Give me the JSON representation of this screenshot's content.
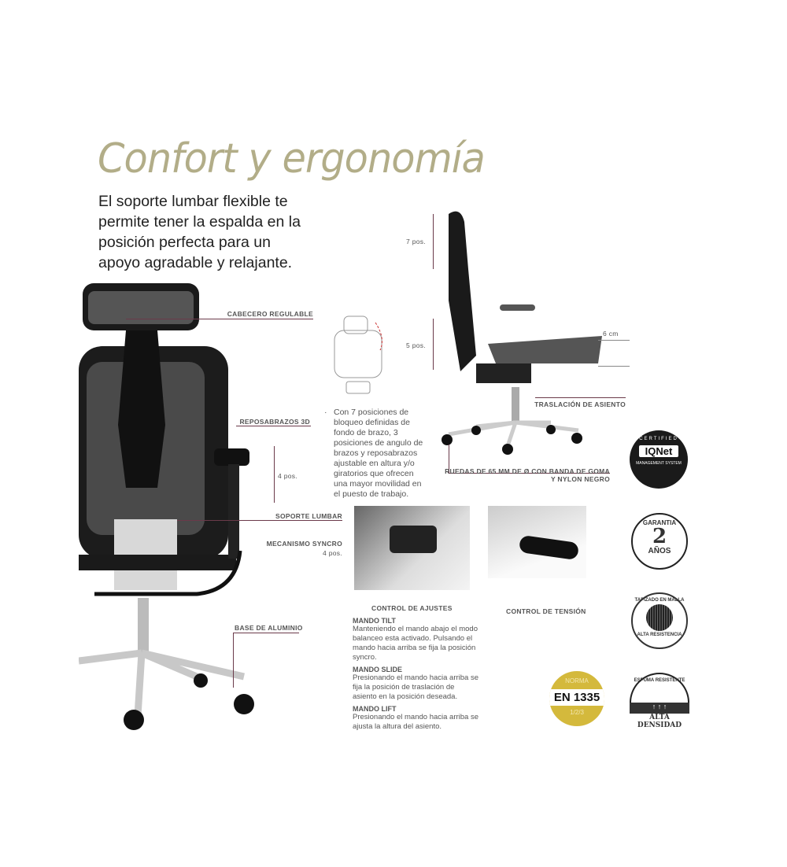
{
  "title": "Confort y ergonomía",
  "intro": "El soporte lumbar flexible te permite tener la espalda en la posición perfecta para un apoyo agradable y relajante.",
  "labels": {
    "cabecero": "CABECERO REGULABLE",
    "reposabrazos": "REPOSABRAZOS 3D",
    "four_pos": "4 pos.",
    "lumbar": "SOPORTE LUMBAR",
    "syncro": "MECANISMO SYNCRO",
    "syncro_pos": "4 pos.",
    "base": "BASE DE ALUMINIO",
    "seven_pos": "7 pos.",
    "five_pos": "5 pos.",
    "six_cm": "6 cm",
    "traslacion": "TRASLACIÓN DE ASIENTO",
    "ruedas_1": "RUEDAS DE 65 MM DE Ø CON BANDA DE GOMA",
    "ruedas_2": "Y NYLON NEGRO"
  },
  "armrest_text": "Con 7 posiciones de bloqueo definidas de fondo de brazo, 3 posiciones de angulo de brazos y reposabrazos ajustable en altura y/o giratorios que ofrecen una mayor movilidad en el puesto de trabajo.",
  "controls": {
    "heading": "CONTROL DE AJUSTES",
    "tension": "CONTROL DE TENSIÓN",
    "items": [
      {
        "title": "MANDO TILT",
        "text": "Manteniendo el mando abajo el modo balanceo esta activado. Pulsando el mando hacia arriba se fija la posición syncro."
      },
      {
        "title": "MANDO SLIDE",
        "text": "Presionando el mando hacia arriba se fija la posición de traslación de asiento en la posición deseada."
      },
      {
        "title": "MANDO LIFT",
        "text": "Presionando el mando hacia arriba se ajusta la altura del asiento."
      }
    ]
  },
  "badges": {
    "iqnet_top": "CERTIFIED",
    "iqnet_mid": "IQNet",
    "iqnet_bottom": "MANAGEMENT SYSTEM",
    "garantia_top": "GARANTIA",
    "garantia_num": "2",
    "garantia_bottom": "AÑOS",
    "malla_top": "TAPIZADO EN MALLA",
    "malla_bottom": "ALTA RESISTENCIA",
    "norma_top": "NORMA",
    "norma_mid": "EN 1335",
    "norma_bottom": "1/2/3",
    "espuma_top": "ESPUMA RESISTENTE",
    "espuma_1": "ALTA",
    "espuma_2": "DENSIDAD"
  },
  "colors": {
    "title": "#b2ad88",
    "accent_line": "#6b3a4a",
    "norma_gold": "#d4b93c"
  }
}
